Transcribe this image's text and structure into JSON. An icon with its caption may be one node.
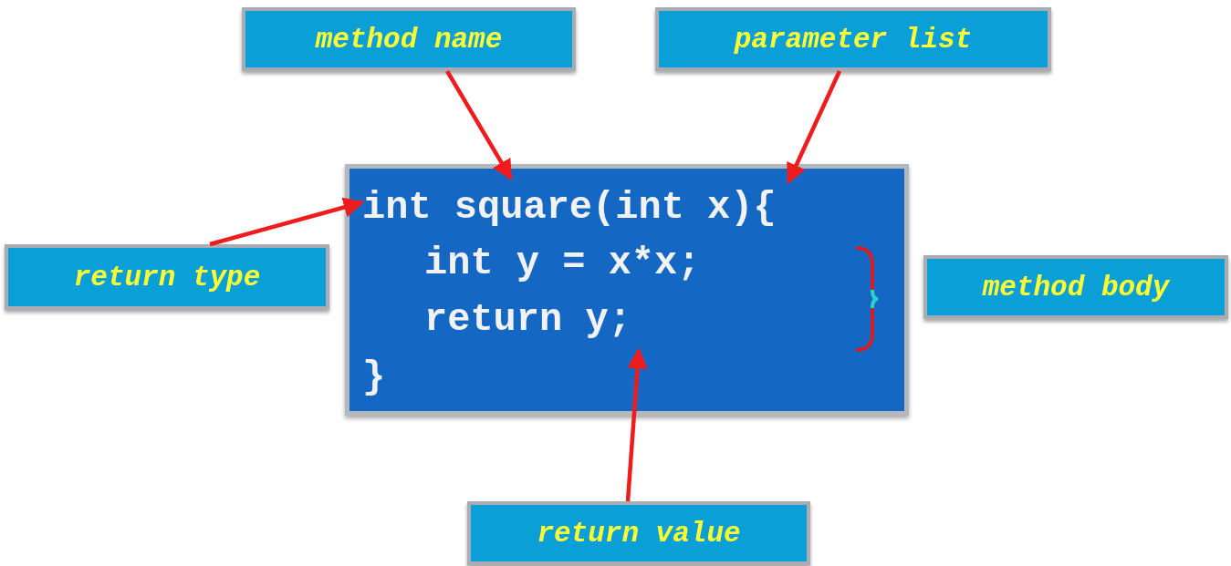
{
  "diagram": {
    "nodes": [
      {
        "text": [
          "method name"
        ]
      },
      {
        "text": [
          "parameter list"
        ]
      },
      {
        "text": [
          "return type"
        ]
      },
      {
        "text": [
          "int square(int x){",
          "int y = x*x;",
          "return y;",
          "}"
        ]
      },
      {
        "text": [
          "method body"
        ]
      },
      {
        "text": [
          "return value"
        ]
      }
    ],
    "edges": [
      {
        "from": 0,
        "to": 3,
        "arrow": "to"
      },
      {
        "from": 1,
        "to": 3,
        "arrow": "to"
      },
      {
        "from": 2,
        "to": 3,
        "arrow": "to"
      },
      {
        "from": 5,
        "to": 3,
        "arrow": "to"
      }
    ]
  }
}
